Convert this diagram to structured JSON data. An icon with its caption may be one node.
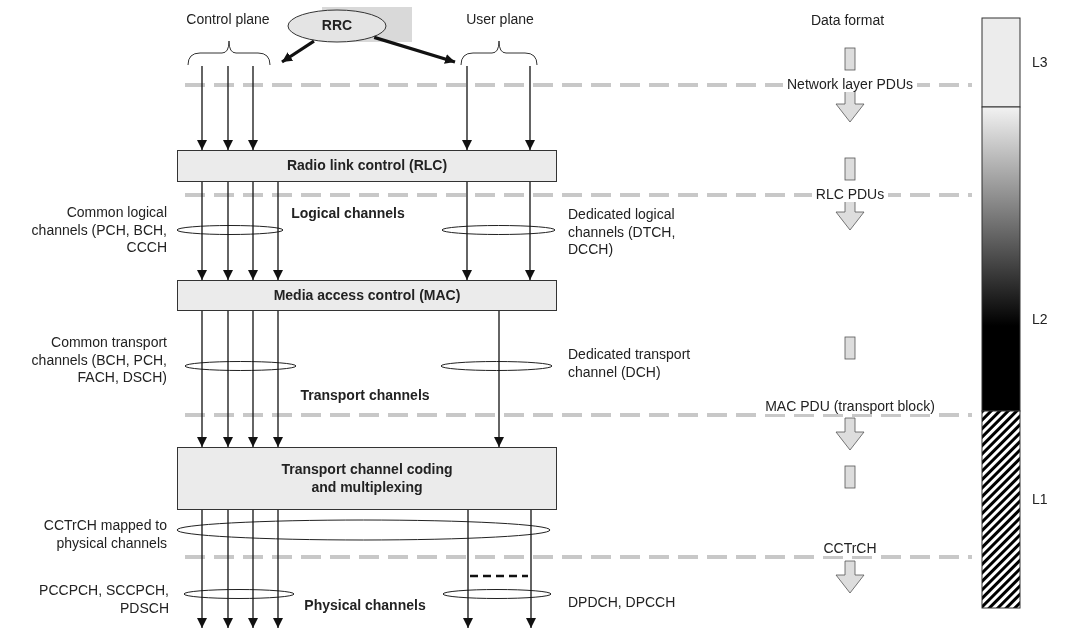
{
  "diagram": {
    "nodes": [
      {
        "text": [
          "RRC"
        ]
      },
      {
        "text": [
          "Radio link control (RLC)"
        ]
      },
      {
        "text": [
          "Media access control (MAC)"
        ]
      },
      {
        "text": [
          "Transport channel coding and multiplexing"
        ]
      },
      {
        "text": [
          "Control plane"
        ]
      },
      {
        "text": [
          "User plane"
        ]
      }
    ],
    "edges": [
      {
        "from": 0,
        "to": 4,
        "arrow": "to",
        "style": "thick"
      },
      {
        "from": 0,
        "to": 5,
        "arrow": "to",
        "style": "thick"
      },
      {
        "from": 4,
        "to": 1,
        "arrow": "to"
      },
      {
        "from": 4,
        "to": 1,
        "arrow": "to"
      },
      {
        "from": 4,
        "to": 1,
        "arrow": "to"
      },
      {
        "from": 5,
        "to": 1,
        "arrow": "to"
      },
      {
        "from": 5,
        "to": 1,
        "arrow": "to"
      },
      {
        "from": 1,
        "to": 2,
        "arrow": "to"
      },
      {
        "from": 1,
        "to": 2,
        "arrow": "to"
      },
      {
        "from": 1,
        "to": 2,
        "arrow": "to"
      },
      {
        "from": 1,
        "to": 2,
        "arrow": "to"
      },
      {
        "from": 1,
        "to": 2,
        "arrow": "to"
      },
      {
        "from": 1,
        "to": 2,
        "arrow": "to"
      },
      {
        "from": 2,
        "to": 3,
        "arrow": "to"
      },
      {
        "from": 2,
        "to": 3,
        "arrow": "to"
      },
      {
        "from": 2,
        "to": 3,
        "arrow": "to"
      },
      {
        "from": 2,
        "to": 3,
        "arrow": "to"
      },
      {
        "from": 2,
        "to": 3,
        "arrow": "to"
      },
      {
        "from": 3,
        "to": null,
        "arrow": "to"
      },
      {
        "from": 3,
        "to": null,
        "arrow": "to"
      },
      {
        "from": 3,
        "to": null,
        "arrow": "to"
      },
      {
        "from": 3,
        "to": null,
        "arrow": "to"
      },
      {
        "from": 3,
        "to": null,
        "arrow": "to"
      },
      {
        "from": 3,
        "to": null,
        "arrow": "to"
      }
    ],
    "labels": [
      "Data format",
      "L3",
      "Network layer PDUs",
      "RLC PDUs",
      "Common logical channels (PCH, BCH, CCCH",
      "Logical channels",
      "Dedicated logical channels (DTCH, DCCH)",
      "L2",
      "Common transport channels (BCH, PCH, FACH, DSCH)",
      "Dedicated transport channel (DCH)",
      "Transport channels",
      "MAC PDU (transport block)",
      "L1",
      "CCTrCH mapped to physical channels",
      "CCTrCH",
      "PCCPCH, SCCPCH, PDSCH",
      "Physical channels",
      "DPDCH, DPCCH"
    ]
  }
}
